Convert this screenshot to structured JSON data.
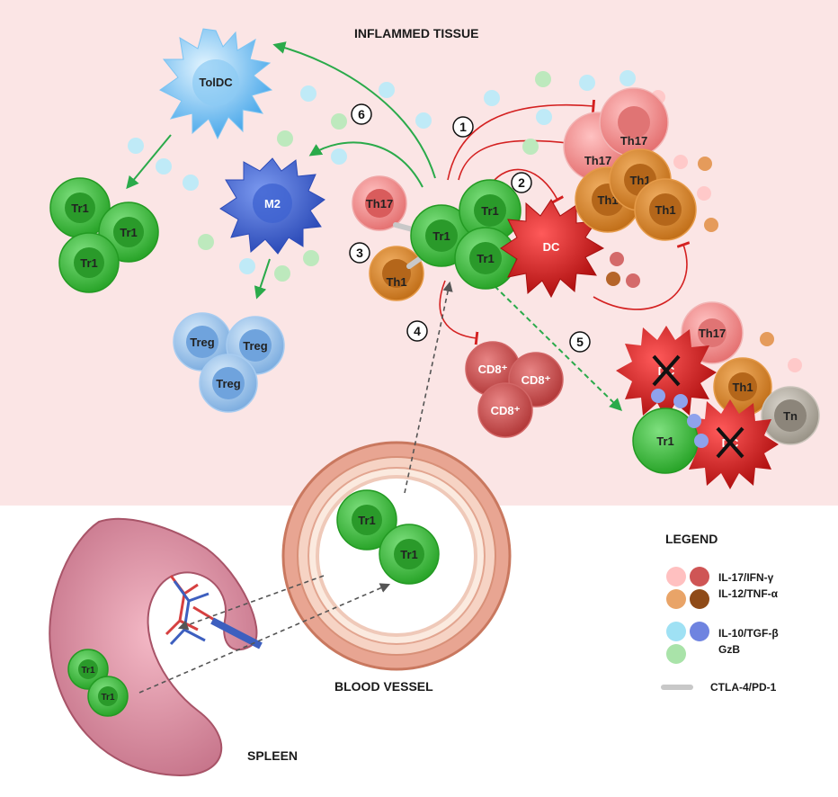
{
  "regions": {
    "inflamed_tissue": "INFLAMMED TISSUE",
    "blood_vessel": "BLOOD VESSEL",
    "spleen": "SPLEEN"
  },
  "cells": {
    "toldc": "TolDC",
    "m2": "M2",
    "tr1": "Tr1",
    "treg": "Treg",
    "th17": "Th17",
    "th1": "Th1",
    "dc": "DC",
    "cd8": "CD8⁺",
    "tn": "Tn"
  },
  "steps": [
    "1",
    "2",
    "3",
    "4",
    "5",
    "6"
  ],
  "legend": {
    "title": "LEGEND",
    "items": [
      "IL-17/IFN-γ",
      "IL-12/TNF-α",
      "IL-10/TGF-β",
      "GzB",
      "CTLA-4/PD-1"
    ]
  },
  "colors": {
    "tissue": "#fbe5e5",
    "tr1": "#3fc63f",
    "th17": "#e86f6f",
    "th1": "#d07a22",
    "dc": "#d42121",
    "cd8": "#c64040",
    "treg": "#8ab8e6",
    "m2": "#3a5fcc",
    "toldc": "#5bb8f0",
    "tn": "#a8a298",
    "activation_arrow": "#2aaa4a",
    "inhibition": "#d42121"
  }
}
